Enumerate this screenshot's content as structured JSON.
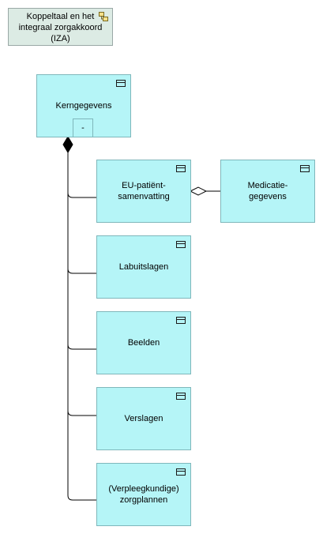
{
  "diagram": {
    "grouping": {
      "label": "Koppeltaal en het\nintegraal zorgakkoord\n(IZA)",
      "icon": "grouping-icon"
    },
    "root": {
      "label": "Kerngegevens",
      "toggle_label": "-",
      "icon": "data-object-icon"
    },
    "children": [
      {
        "label": "EU-patiënt-\nsamenvatting",
        "icon": "data-object-icon"
      },
      {
        "label": "Labuitslagen",
        "icon": "data-object-icon"
      },
      {
        "label": "Beelden",
        "icon": "data-object-icon"
      },
      {
        "label": "Verslagen",
        "icon": "data-object-icon"
      },
      {
        "label": "(Verpleegkundige)\nzorgplannen",
        "icon": "data-object-icon"
      }
    ],
    "aggregated": {
      "label": "Medicatie-\ngegevens",
      "icon": "data-object-icon"
    },
    "colors": {
      "data_object_fill": "#b5f5f7",
      "data_object_border": "#7fb7bb",
      "grouping_fill": "#dcebe4",
      "edge": "#000000"
    }
  }
}
